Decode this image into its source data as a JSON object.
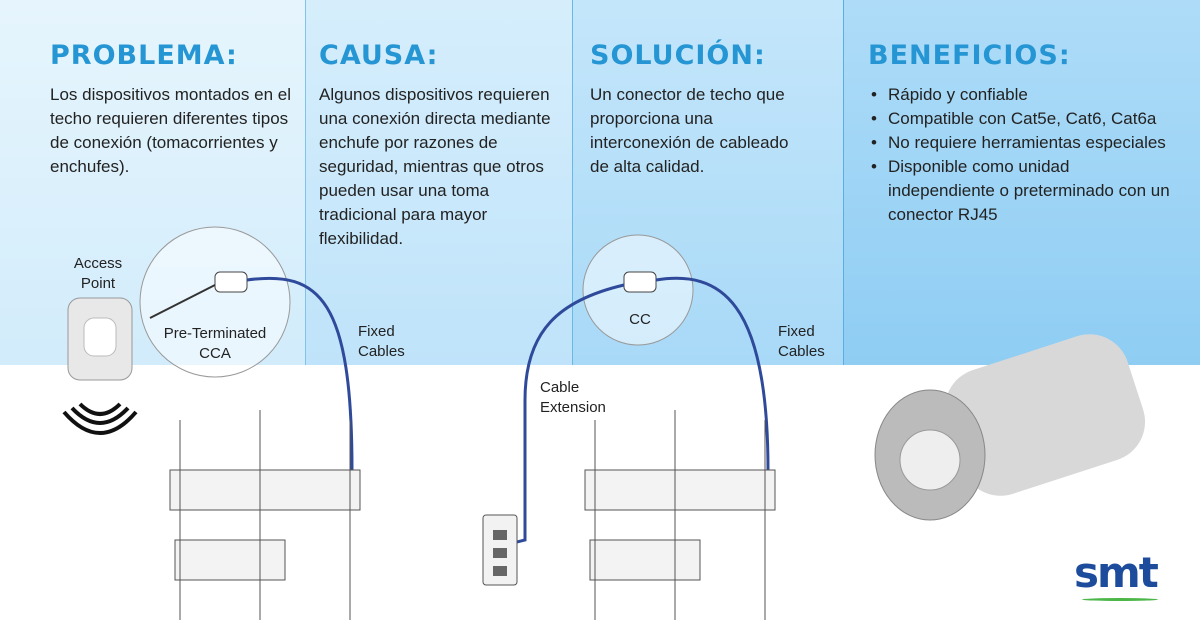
{
  "problema": {
    "title": "PROBLEMA:",
    "text": "Los dispositivos montados en el techo requieren diferentes tipos de conexión (tomacorrientes y enchufes)."
  },
  "causa": {
    "title": "CAUSA:",
    "text": "Algunos dispositivos requieren una conexión directa mediante enchufe por razones de seguridad, mientras que otros pueden usar una toma tradicional para mayor flexibilidad."
  },
  "solucion": {
    "title": "SOLUCIÓN:",
    "text": "Un conector de techo que proporciona una interconexión de cableado de alta calidad."
  },
  "beneficios": {
    "title": "BENEFICIOS:",
    "items": [
      "Rápido y confiable",
      "Compatible con Cat5e, Cat6, Cat6a",
      "No requiere herramientas especiales",
      "Disponible como unidad independiente o preterminado con un conector RJ45"
    ]
  },
  "labels": {
    "access_point": "Access Point",
    "pre_terminated": "Pre-Terminated CCA",
    "fixed_cables_1": "Fixed Cables",
    "cable_extension": "Cable Extension",
    "cc": "CC",
    "fixed_cables_2": "Fixed Cables"
  },
  "logo": "smt",
  "colors": {
    "heading": "#2596d3",
    "cable": "#2f4a9a",
    "logo": "#1d4c9c"
  }
}
